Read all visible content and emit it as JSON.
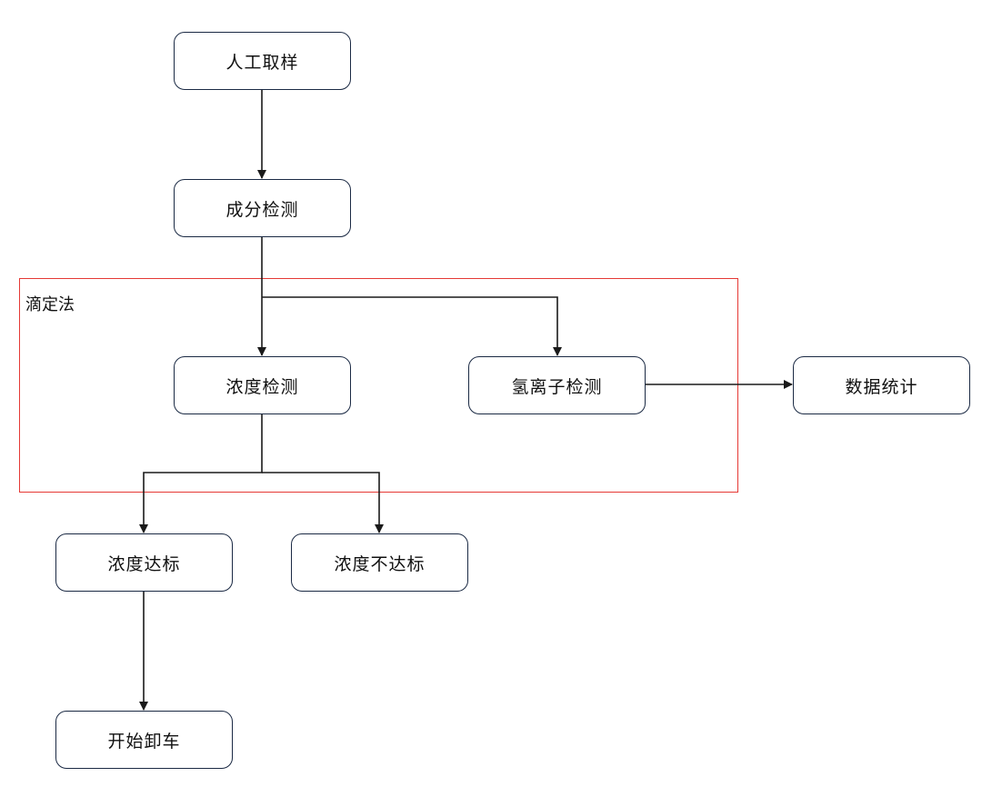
{
  "diagram": {
    "colors": {
      "node_border": "#1b2a44",
      "edge": "#1a1a1a",
      "group_border": "#e53935"
    },
    "group": {
      "label": "滴定法"
    },
    "nodes": {
      "manual_sampling": "人工取样",
      "component_detection": "成分检测",
      "concentration_detection": "浓度检测",
      "hydrogen_ion_detection": "氢离子检测",
      "data_statistics": "数据统计",
      "concentration_pass": "浓度达标",
      "concentration_fail": "浓度不达标",
      "start_unloading": "开始卸车"
    },
    "edges": [
      {
        "from": "manual_sampling",
        "to": "component_detection"
      },
      {
        "from": "component_detection",
        "to": "concentration_detection"
      },
      {
        "from": "component_detection",
        "to": "hydrogen_ion_detection"
      },
      {
        "from": "hydrogen_ion_detection",
        "to": "data_statistics"
      },
      {
        "from": "concentration_detection",
        "to": "concentration_pass"
      },
      {
        "from": "concentration_detection",
        "to": "concentration_fail"
      },
      {
        "from": "concentration_pass",
        "to": "start_unloading"
      }
    ]
  }
}
